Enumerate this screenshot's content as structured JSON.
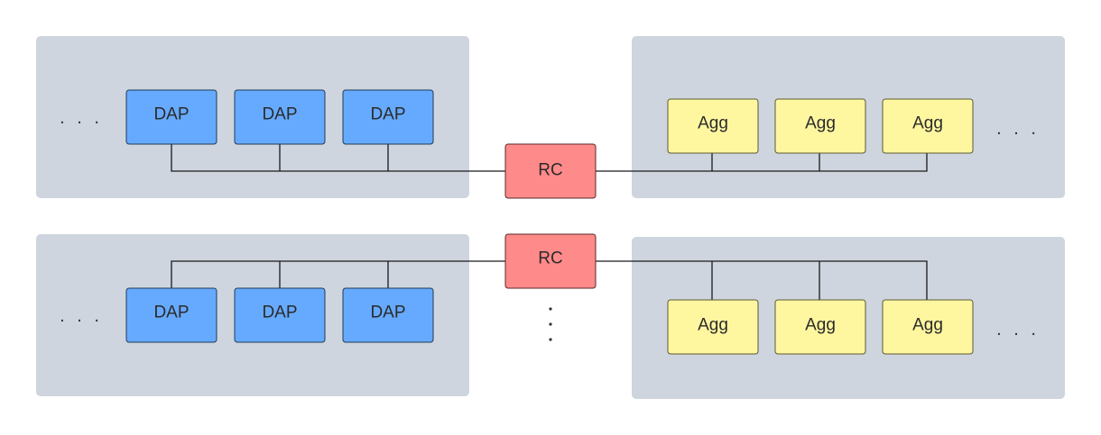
{
  "diagram": {
    "dap_label": "DAP",
    "agg_label": "Agg",
    "rc_label": "RC",
    "ellipsis": ". . .",
    "colors": {
      "panel": "#cfd5de",
      "dap": "#66aaff",
      "agg": "#fff6a0",
      "rc": "#ff8a8a"
    }
  }
}
